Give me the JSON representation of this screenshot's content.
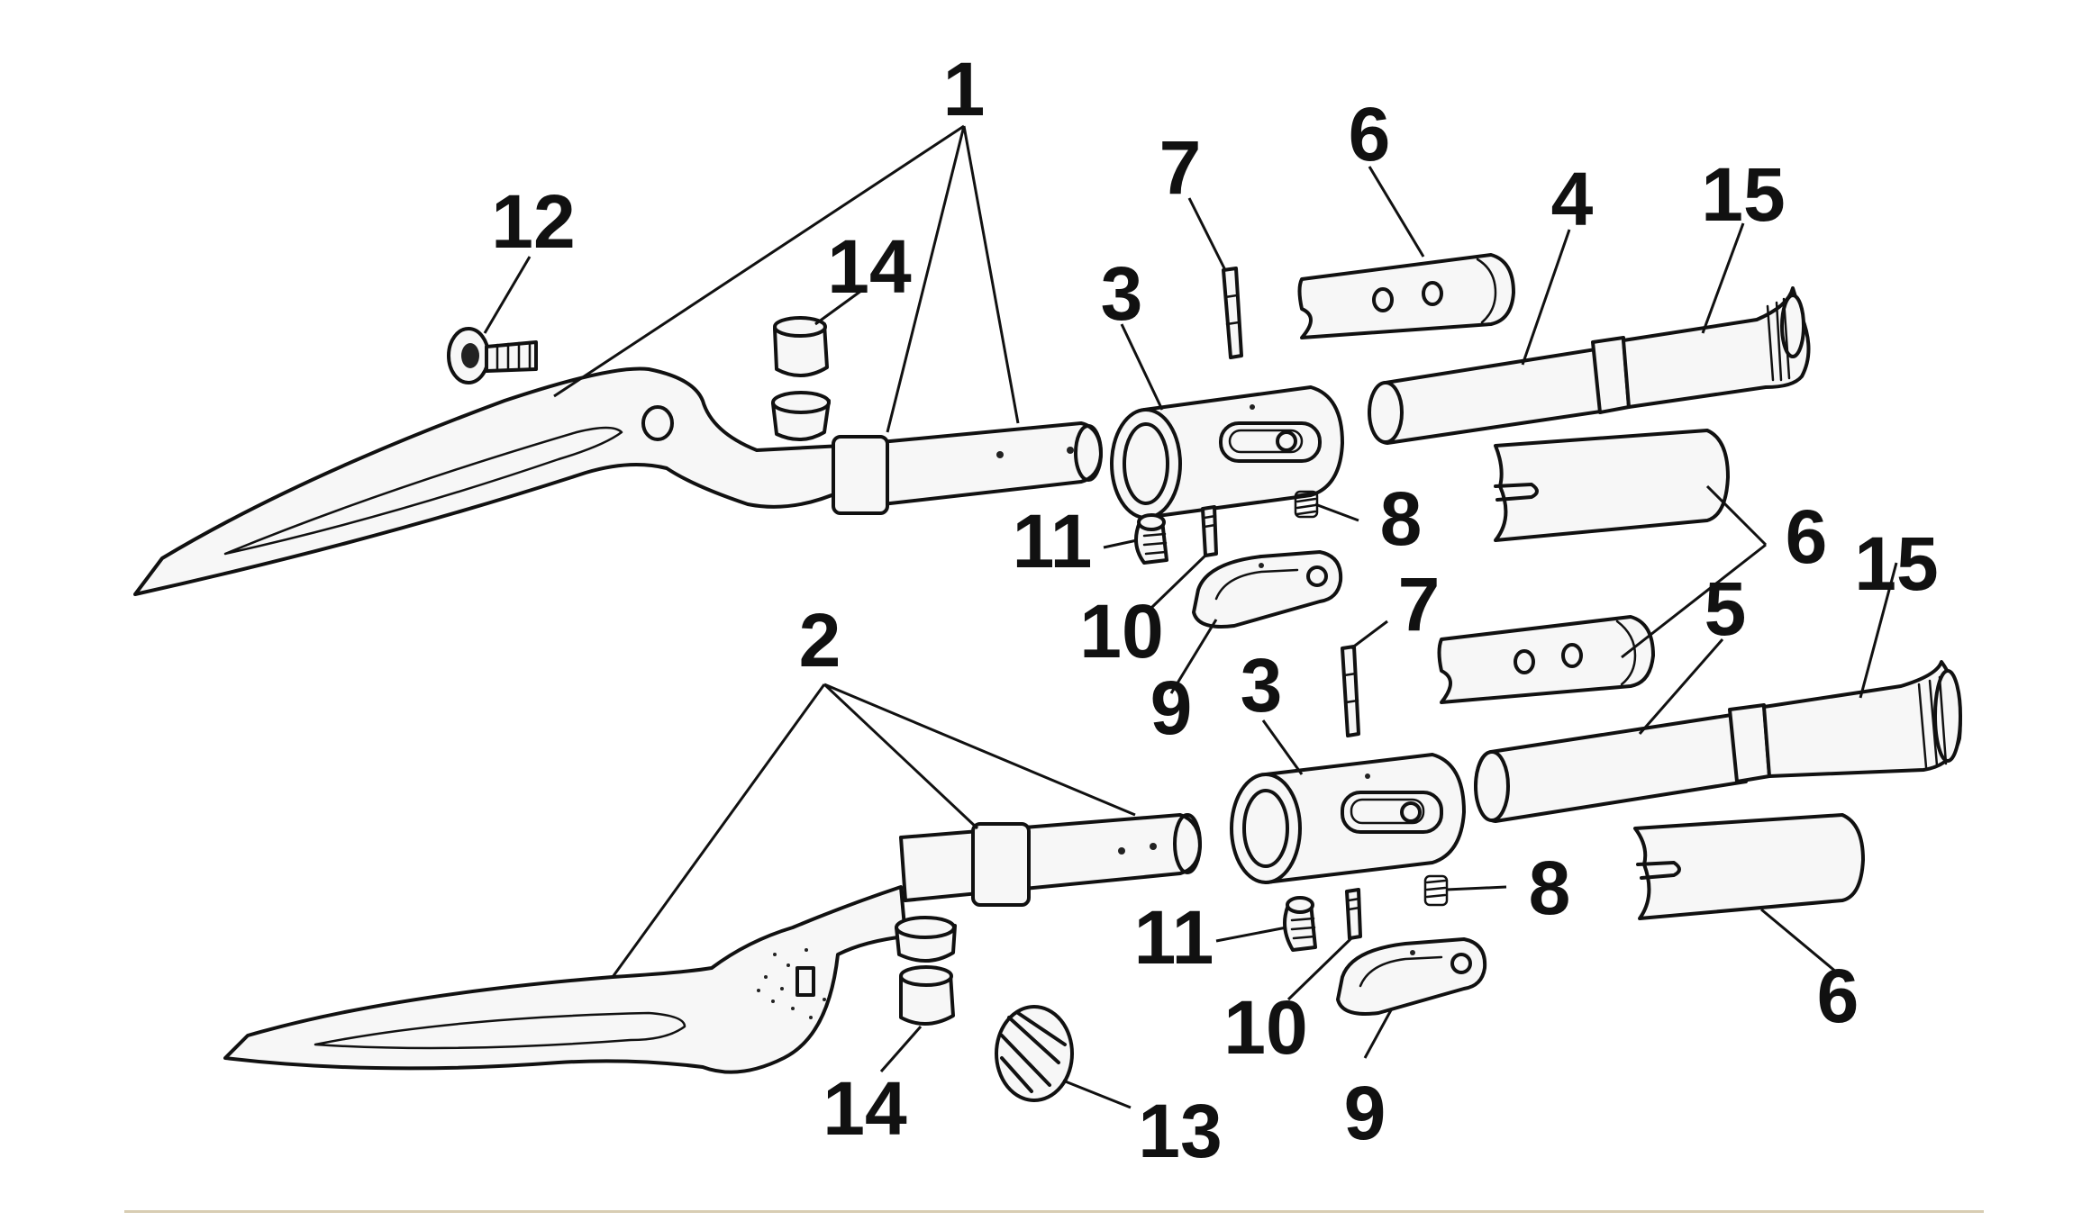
{
  "diagram": {
    "labels": [
      {
        "id": "1",
        "text": "1"
      },
      {
        "id": "2",
        "text": "2"
      },
      {
        "id": "3a",
        "text": "3"
      },
      {
        "id": "3b",
        "text": "3"
      },
      {
        "id": "4",
        "text": "4"
      },
      {
        "id": "5",
        "text": "5"
      },
      {
        "id": "6a",
        "text": "6"
      },
      {
        "id": "6b",
        "text": "6"
      },
      {
        "id": "6c",
        "text": "6"
      },
      {
        "id": "7a",
        "text": "7"
      },
      {
        "id": "7b",
        "text": "7"
      },
      {
        "id": "8a",
        "text": "8"
      },
      {
        "id": "8b",
        "text": "8"
      },
      {
        "id": "9a",
        "text": "9"
      },
      {
        "id": "9b",
        "text": "9"
      },
      {
        "id": "10a",
        "text": "10"
      },
      {
        "id": "10b",
        "text": "10"
      },
      {
        "id": "11a",
        "text": "11"
      },
      {
        "id": "11b",
        "text": "11"
      },
      {
        "id": "12",
        "text": "12"
      },
      {
        "id": "13",
        "text": "13"
      },
      {
        "id": "14a",
        "text": "14"
      },
      {
        "id": "14b",
        "text": "14"
      },
      {
        "id": "15a",
        "text": "15"
      },
      {
        "id": "15b",
        "text": "15"
      }
    ],
    "divider_color": "#d8cdb3"
  }
}
